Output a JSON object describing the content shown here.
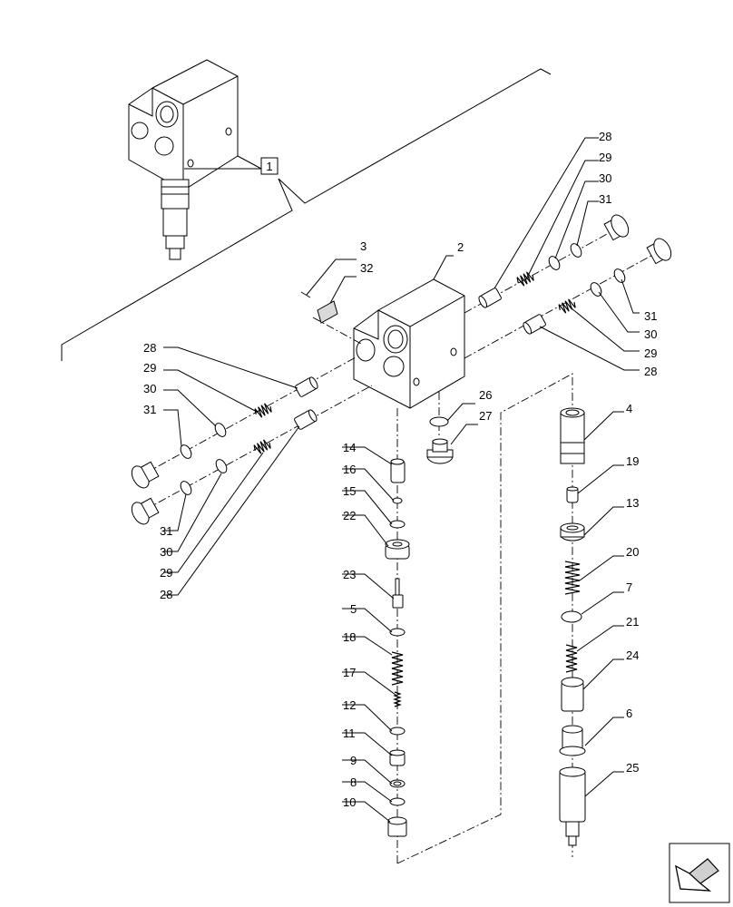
{
  "figure_callout": "1",
  "labels": {
    "l2": "2",
    "l3": "3",
    "l32": "32",
    "r28a": "28",
    "r29a": "29",
    "r30a": "30",
    "r31a": "31",
    "r31b": "31",
    "r30b": "30",
    "r29b": "29",
    "r28b": "28",
    "lf28a": "28",
    "lf29a": "29",
    "lf30a": "30",
    "lf31a": "31",
    "lf31b": "31",
    "lf30b": "30",
    "lf29b": "29",
    "lf28b": "28",
    "l26": "26",
    "l27": "27",
    "c14": "14",
    "c16": "16",
    "c15": "15",
    "c22": "22",
    "c23": "23",
    "c5": "5",
    "c18": "18",
    "c17": "17",
    "c12": "12",
    "c11": "11",
    "c9": "9",
    "c8": "8",
    "c10": "10",
    "r4": "4",
    "r19": "19",
    "r13": "13",
    "r20": "20",
    "r7": "7",
    "r21": "21",
    "r24": "24",
    "r6": "6",
    "r25": "25"
  },
  "nav_icon": "arrow-back-icon"
}
